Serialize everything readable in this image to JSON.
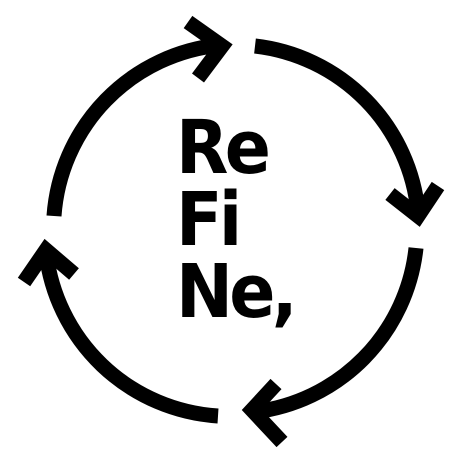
{
  "logo": {
    "line1": "Re",
    "line2": "Fi",
    "line3": "Ne,"
  },
  "colors": {
    "background": "#ffffff",
    "ink": "#000000"
  },
  "icons": [
    "cycle-arrow-icon"
  ]
}
